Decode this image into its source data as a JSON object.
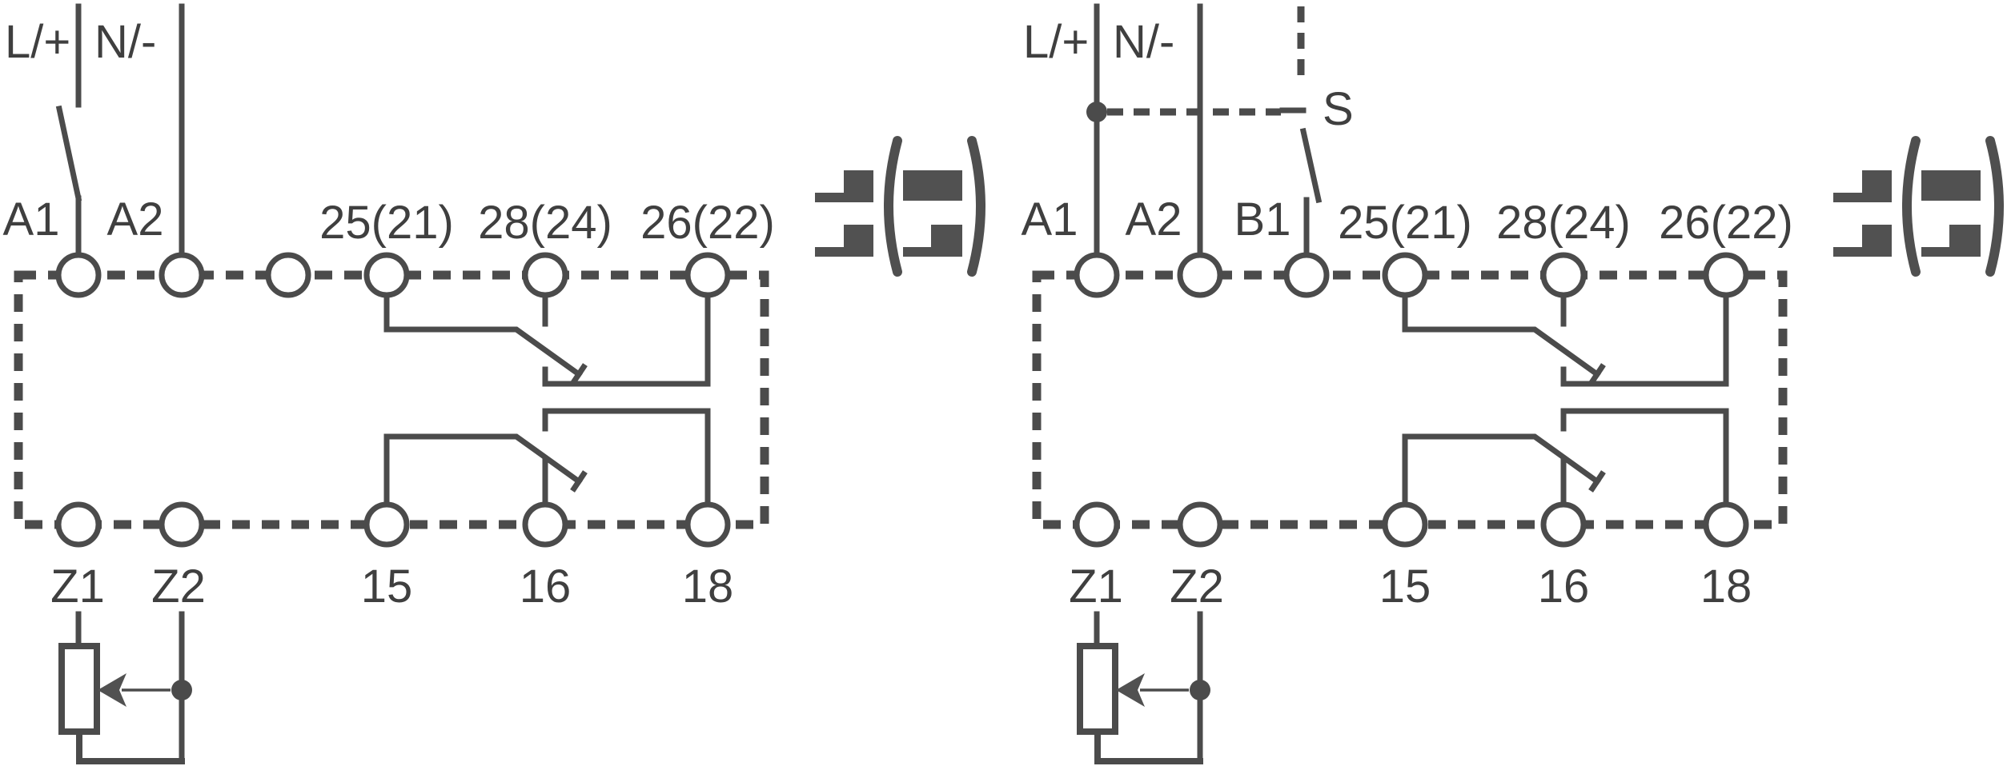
{
  "colors": {
    "line": "#4b4b4b",
    "text": "#3f3f3f",
    "icon_fill": "#515151",
    "background": "#ffffff"
  },
  "icon": {
    "name": "timing-function-symbol",
    "parts": [
      "step-glyph",
      "step-glyph",
      "filled-block",
      "step-glyph",
      "parentheses"
    ]
  },
  "left_diagram": {
    "supply": {
      "line": "L/+",
      "neutral": "N/-"
    },
    "terminals_top": {
      "a1": "A1",
      "a2": "A2",
      "t25": "25(21)",
      "t28": "28(24)",
      "t26": "26(22)"
    },
    "terminals_bottom": {
      "z1": "Z1",
      "z2": "Z2",
      "t15": "15",
      "t16": "16",
      "t18": "18"
    }
  },
  "right_diagram": {
    "supply": {
      "line": "L/+",
      "neutral": "N/-"
    },
    "control_switch": "S",
    "terminals_top": {
      "a1": "A1",
      "a2": "A2",
      "b1": "B1",
      "t25": "25(21)",
      "t28": "28(24)",
      "t26": "26(22)"
    },
    "terminals_bottom": {
      "z1": "Z1",
      "z2": "Z2",
      "t15": "15",
      "t16": "16",
      "t18": "18"
    }
  }
}
